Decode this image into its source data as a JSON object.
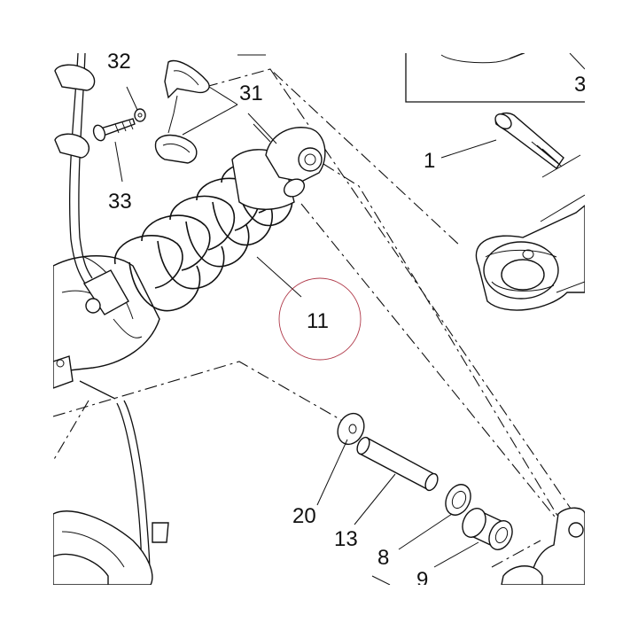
{
  "diagram": {
    "callouts": {
      "c1": "1",
      "c3": "3",
      "c8": "8",
      "c9": "9",
      "c11": "11",
      "c13": "13",
      "c20": "20",
      "c31": "31",
      "c32": "32",
      "c33": "33"
    },
    "colors": {
      "line": "#111111",
      "highlight_circle": "#b03a4a",
      "background": "#ffffff"
    }
  }
}
